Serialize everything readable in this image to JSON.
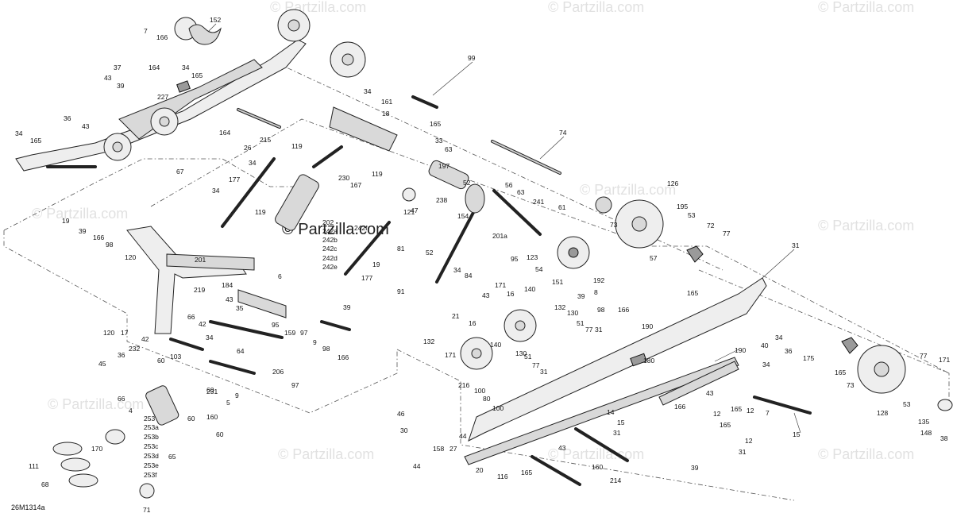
{
  "watermark": {
    "text": "© Partzilla.com",
    "main_text": "© Partzilla.com"
  },
  "diagram_code": "26M1314a",
  "callouts": [
    "152",
    "7",
    "166",
    "37",
    "164",
    "34",
    "165",
    "43",
    "39",
    "227",
    "36",
    "43",
    "34",
    "165",
    "67",
    "99",
    "34",
    "161",
    "18",
    "165",
    "33",
    "63",
    "119",
    "74",
    "119",
    "230",
    "167",
    "197",
    "26",
    "215",
    "164",
    "34",
    "177",
    "34",
    "119",
    "56",
    "63",
    "52",
    "47",
    "241",
    "61",
    "238",
    "154",
    "121",
    "202",
    "242a",
    "242b",
    "242c",
    "242d",
    "242e",
    "242f",
    "81",
    "19",
    "177",
    "19",
    "39",
    "166",
    "98",
    "120",
    "201",
    "52",
    "91",
    "34",
    "84",
    "6",
    "201a",
    "95",
    "123",
    "54",
    "151",
    "126",
    "195",
    "53",
    "72",
    "77",
    "73",
    "192",
    "8",
    "98",
    "166",
    "39",
    "57",
    "165",
    "31",
    "219",
    "43",
    "35",
    "184",
    "95",
    "66",
    "42",
    "34",
    "97",
    "120",
    "17",
    "42",
    "159",
    "9",
    "98",
    "166",
    "39",
    "103",
    "64",
    "206",
    "97",
    "43",
    "171",
    "16",
    "140",
    "132",
    "130",
    "51",
    "77",
    "31",
    "190",
    "34",
    "36",
    "175",
    "40",
    "21",
    "16",
    "132",
    "171",
    "140",
    "130",
    "51",
    "77",
    "31",
    "190",
    "180",
    "34",
    "165",
    "73",
    "77",
    "53",
    "128",
    "135",
    "148",
    "38",
    "171",
    "45",
    "232",
    "36",
    "60",
    "66",
    "4",
    "231",
    "60",
    "5",
    "9",
    "216",
    "100",
    "80",
    "100",
    "46",
    "30",
    "44",
    "158",
    "44",
    "27",
    "14",
    "31",
    "15",
    "43",
    "166",
    "12",
    "165",
    "12",
    "7",
    "165",
    "12",
    "31",
    "15",
    "160",
    "60",
    "65",
    "253",
    "253a",
    "253b",
    "253c",
    "253d",
    "253e",
    "253f",
    "170",
    "111",
    "68",
    "71",
    "60",
    "20",
    "116",
    "43",
    "165",
    "160",
    "214",
    "39"
  ]
}
